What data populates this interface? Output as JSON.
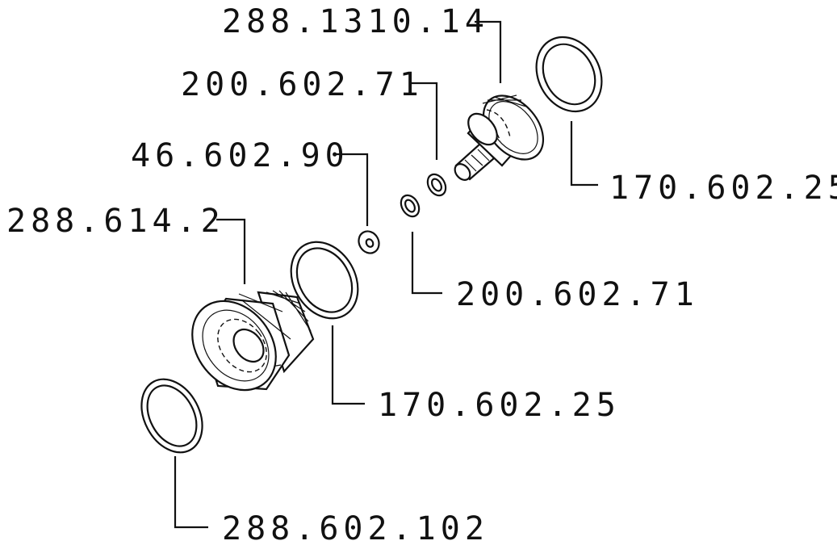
{
  "diagram": {
    "callouts": [
      {
        "id": "valve-cartridge",
        "label": "288.1310.14"
      },
      {
        "id": "oring-upper",
        "label": "200.602.71"
      },
      {
        "id": "seal-ring-upper",
        "label": "170.602.25"
      },
      {
        "id": "small-washer",
        "label": "46.602.90"
      },
      {
        "id": "oring-lower",
        "label": "200.602.71"
      },
      {
        "id": "union-nut",
        "label": "288.614.2"
      },
      {
        "id": "seal-ring-middle",
        "label": "170.602.25"
      },
      {
        "id": "seal-ring-bottom",
        "label": "288.602.102"
      }
    ]
  }
}
